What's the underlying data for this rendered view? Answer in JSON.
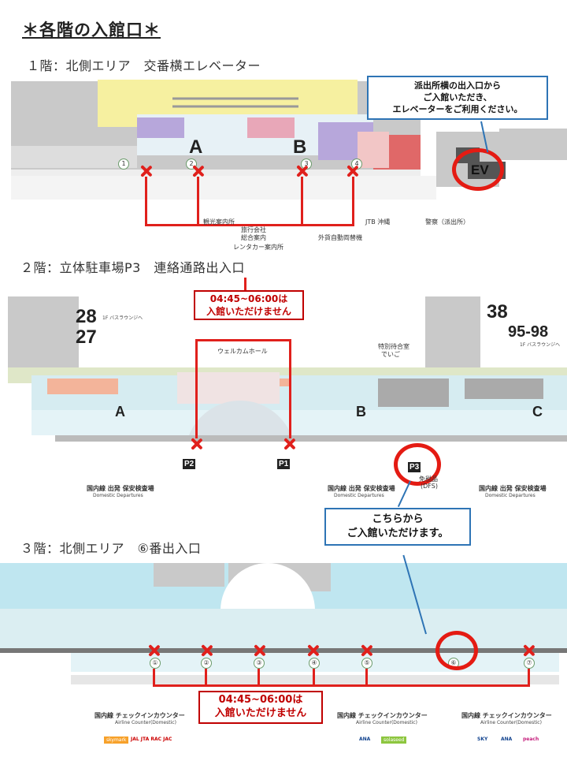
{
  "title": "＊各階の入館口＊",
  "floor1": {
    "heading": "１階：北側エリア　交番横エレベーター",
    "callout": [
      "派出所横の出入口から",
      "ご入館いただき、",
      "エレベーターをご利用ください。"
    ],
    "ev_label": "EV",
    "gates": [
      "A",
      "B"
    ],
    "labels": {
      "tourist": "観光案内所",
      "travel": "旅行会社",
      "general": "総合案内",
      "rentacar": "レンタカー案内所",
      "exchange": "外貨自動両替機",
      "jtb": "JTB 沖縄",
      "police": "警察（派出所）"
    },
    "door_numbers": [
      "1",
      "2",
      "3",
      "4"
    ]
  },
  "floor2": {
    "heading": "２階：立体駐車場P3　連絡通路出入口",
    "warning": [
      "04:45~06:00は",
      "入館いただけません"
    ],
    "gates": [
      "A",
      "B",
      "C"
    ],
    "numbers": {
      "n28": "28",
      "n27": "27",
      "n38": "38",
      "n9598": "95-98"
    },
    "bus_left": "1F バスラウンジへ",
    "bus_right": "1F バスラウンジへ",
    "welcome": "ウェルカムホール",
    "waiting": [
      "特別待合室",
      "でいご"
    ],
    "parking": [
      "P2",
      "P1",
      "P3"
    ],
    "dfs": [
      "免税品",
      "(DFS)"
    ],
    "departures": "国内線 出発 保安検査場",
    "departures_en": "Domestic Departures",
    "callout": [
      "こちらから",
      "ご入館いただけます。"
    ]
  },
  "floor3": {
    "heading": "３階：北側エリア　⑥番出入口",
    "warning": [
      "04:45~06:00は",
      "入館いただけません"
    ],
    "door_numbers": [
      "①",
      "②",
      "③",
      "④",
      "⑤",
      "⑥",
      "⑦"
    ],
    "counter": "国内線 チェックインカウンター",
    "counter_en": "Airline Counter(Domestic)",
    "airlines_left": [
      "skymark",
      "JAL JTA RAC JAC"
    ],
    "airlines_mid": [
      "ANA",
      "solaseed"
    ],
    "airlines_right": [
      "SKY",
      "ANA",
      "peach"
    ]
  },
  "colors": {
    "red": "#e0201c",
    "blue": "#2e74b5",
    "floor": "#dbeef2",
    "yellow": "#fbf5a5"
  }
}
